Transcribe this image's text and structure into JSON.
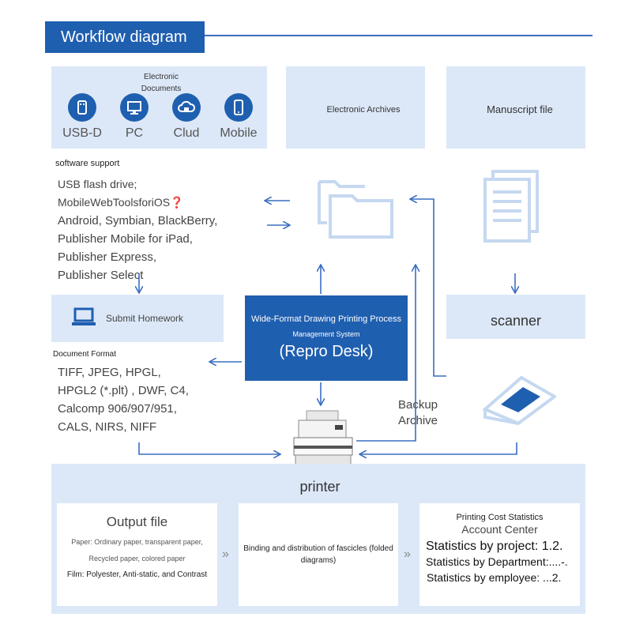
{
  "title": "Workflow diagram",
  "electronic_docs": {
    "header": "Electronic Documents",
    "icons": [
      {
        "icon": "usb-icon",
        "label": "USB-D"
      },
      {
        "icon": "pc-icon",
        "label": "PC"
      },
      {
        "icon": "cloud-icon",
        "label": "Clud"
      },
      {
        "icon": "mobile-icon",
        "label": "Mobile"
      }
    ],
    "support_label": "software support",
    "support_lines": [
      "USB flash drive; MobileWebToolsforiOS❓",
      "Android, Symbian, BlackBerry,",
      "Publisher Mobile for iPad,",
      "Publisher Express,",
      "Publisher Select"
    ]
  },
  "electronic_archives": {
    "label": "Electronic Archives"
  },
  "manuscript": {
    "label": "Manuscript file"
  },
  "submit": {
    "label": "Submit Homework",
    "format_label": "Document Format",
    "format_lines": [
      "TIFF, JPEG, HPGL,",
      "HPGL2 (*.plt) , DWF, C4,",
      "Calcomp 906/907/951,",
      "CALS, NIRS, NIFF"
    ]
  },
  "repro": {
    "line1": "Wide-Format Drawing Printing Process",
    "line2": "Management System",
    "line3": "(Repro Desk)"
  },
  "scanner": {
    "label": "scanner"
  },
  "backup": {
    "line1": "Backup",
    "line2": "Archive"
  },
  "printer": {
    "label": "printer"
  },
  "output": {
    "title": "Output file",
    "line1": "Paper: Ordinary paper, transparent paper,",
    "line2": "Recycled paper, colored paper",
    "line3": "Film: Polyester, Anti-static, and Contrast"
  },
  "binding": {
    "text": "Binding and distribution of fascicles (folded diagrams)"
  },
  "cost": {
    "title": "Printing Cost Statistics",
    "subtitle": "Account Center",
    "line1": "Statistics by project: 1.2.",
    "line2": "Statistics by Department:....-.",
    "line3": "Statistics by employee: ...2."
  },
  "chevron": "»"
}
